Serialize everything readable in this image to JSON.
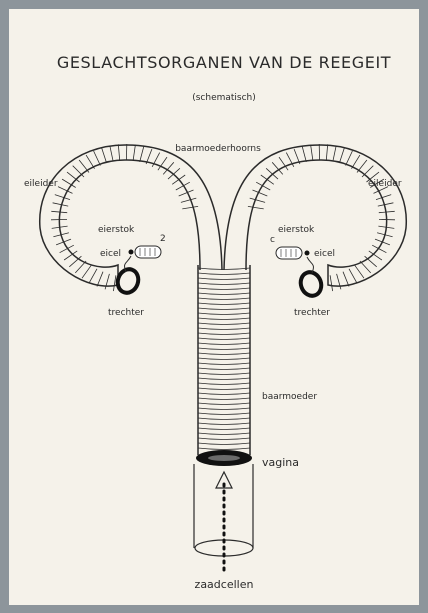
{
  "diagram": {
    "title": "GESLACHTSORGANEN VAN DE REEGEIT",
    "subtitle": "(schematisch)",
    "labels": {
      "horns": "baarmoederhoorns",
      "oviduct_left": "eileider",
      "oviduct_right": "eileider",
      "ovary_left": "eierstok",
      "ovary_right": "eierstok",
      "egg_left": "eicel",
      "egg_right": "eicel",
      "funnel_left": "trechter",
      "funnel_right": "trechter",
      "uterus": "baarmoeder",
      "vagina": "vagina",
      "sperm": "zaadcellen"
    },
    "colors": {
      "frame": "#8d959b",
      "paper": "#f5f2ea",
      "ink": "#2b2b2b"
    }
  }
}
